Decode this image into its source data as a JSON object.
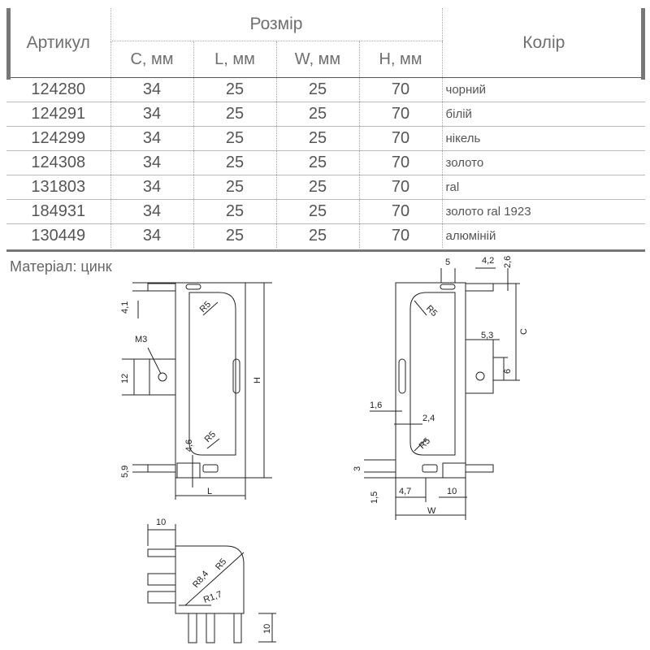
{
  "table": {
    "col_article": "Артикул",
    "col_size": "Розмір",
    "col_color": "Колір",
    "sub_headers": [
      "C, мм",
      "L, мм",
      "W, мм",
      "H, мм"
    ],
    "rows": [
      {
        "article": "124280",
        "c": "34",
        "l": "25",
        "w": "25",
        "h": "70",
        "color": "чорний"
      },
      {
        "article": "124291",
        "c": "34",
        "l": "25",
        "w": "25",
        "h": "70",
        "color": "білій"
      },
      {
        "article": "124299",
        "c": "34",
        "l": "25",
        "w": "25",
        "h": "70",
        "color": "нікель"
      },
      {
        "article": "124308",
        "c": "34",
        "l": "25",
        "w": "25",
        "h": "70",
        "color": "золото"
      },
      {
        "article": "131803",
        "c": "34",
        "l": "25",
        "w": "25",
        "h": "70",
        "color": "ral"
      },
      {
        "article": "184931",
        "c": "34",
        "l": "25",
        "w": "25",
        "h": "70",
        "color": "золото ral 1923"
      },
      {
        "article": "130449",
        "c": "34",
        "l": "25",
        "w": "25",
        "h": "70",
        "color": "алюміній"
      }
    ]
  },
  "material": "Матеріал: цинк",
  "drawing": {
    "front": {
      "dim_4_1": "4,1",
      "dim_r5_top": "R5",
      "dim_m3": "M3",
      "dim_12": "12",
      "dim_h": "H",
      "dim_4_6": "4,6",
      "dim_r5_bottom": "R5",
      "dim_5_9": "5,9",
      "dim_l": "L"
    },
    "side": {
      "dim_5": "5",
      "dim_4_2": "4,2",
      "dim_2_6": "2,6",
      "dim_r5_top": "R5",
      "dim_c": "C",
      "dim_5_3": "5,3",
      "dim_6": "6",
      "dim_1_6": "1,6",
      "dim_2_4": "2,4",
      "dim_r5_bottom": "R5",
      "dim_3": "3",
      "dim_1_5": "1,5",
      "dim_4_7": "4,7",
      "dim_10": "10",
      "dim_w": "W"
    },
    "corner": {
      "dim_10_top": "10",
      "dim_r8_4": "R8,4",
      "dim_r5": "R5",
      "dim_r1_7": "R1,7",
      "dim_10_right": "10"
    }
  }
}
